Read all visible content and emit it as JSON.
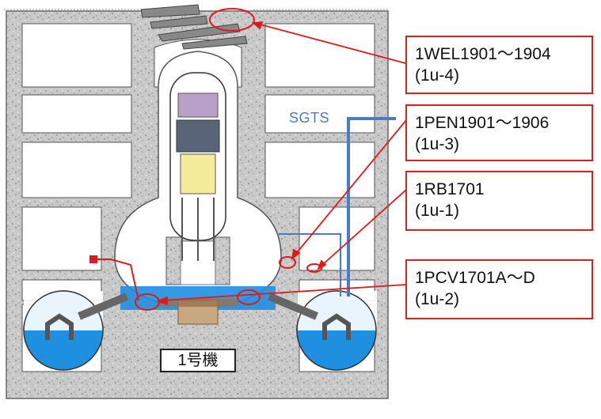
{
  "diagram": {
    "unit_label": "1号機",
    "sgts_label": "SGTS",
    "callouts": [
      {
        "id": "wel",
        "code": "1WEL1901～1904",
        "tag": "(1u-4)"
      },
      {
        "id": "pen",
        "code": "1PEN1901～1906",
        "tag": "(1u-3)"
      },
      {
        "id": "rb",
        "code": "1RB1701",
        "tag": "(1u-1)"
      },
      {
        "id": "pcv",
        "code": "1PCV1701A～D",
        "tag": "(1u-2)"
      }
    ]
  },
  "colors": {
    "concrete": "#c9c9c9",
    "water": "#1f8fe0",
    "sgts_pipe": "#4a7cc0",
    "callout_border": "#d42323",
    "marker": "#e01a1a"
  }
}
